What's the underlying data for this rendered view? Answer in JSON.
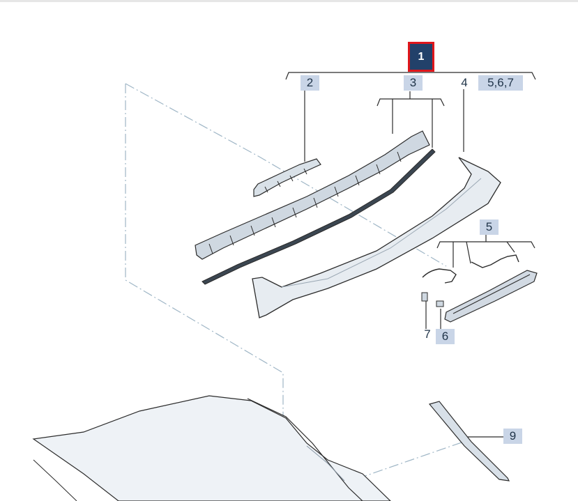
{
  "callouts": {
    "selected": "1",
    "c2": "2",
    "c3": "3",
    "c4": "4",
    "c567": "5,6,7",
    "c5": "5",
    "c7": "7",
    "c6": "6",
    "c9": "9"
  },
  "colors": {
    "selected_fill": "#22416a",
    "selected_border": "#e0161b",
    "callout_bg": "#c9d5e7",
    "line": "#2b2b2b",
    "dashdot": "#9fb6c6"
  }
}
